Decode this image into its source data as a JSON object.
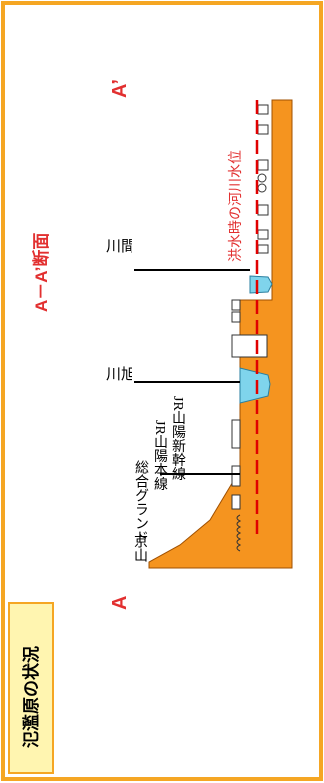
{
  "title": "氾濫原の状況",
  "section_title": "A－A’断面",
  "point_a": "A",
  "point_a_prime": "A’",
  "flood_level_label": "洪水時の河川水位",
  "labels": {
    "hyakken": "百\n間\n川",
    "asahi": "旭\n川",
    "jr_shinkansen": "JR山陽新幹線",
    "jr_honsen": "JR山陽本線",
    "sogo_ground": "総合グランド",
    "kyoyama": "京山"
  },
  "colors": {
    "frame": "#f5a623",
    "ground": "#f5941f",
    "title_box": "#fff5b0",
    "water": "#7fd4ec",
    "red": "#e00000",
    "label_red": "#e23030"
  }
}
